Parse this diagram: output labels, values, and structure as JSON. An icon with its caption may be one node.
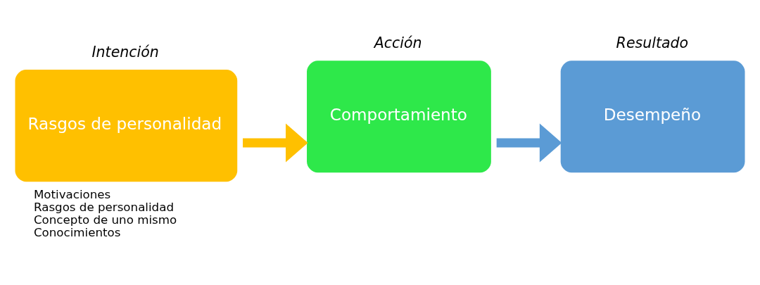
{
  "diagram": {
    "nodes": [
      {
        "text": [
          "Intención",
          "Rasgos de personalidad"
        ],
        "beside": [
          "Motivaciones",
          "Rasgos de personalidad",
          "Concepto de uno mismo",
          "Conocimientos"
        ]
      },
      {
        "text": [
          "Acción",
          "Comportamiento"
        ]
      },
      {
        "text": [
          "Resultado",
          "Desempeño"
        ]
      }
    ],
    "edges": [
      {
        "from": 0,
        "to": 1,
        "arrow": "to",
        "color": "#ffc000"
      },
      {
        "from": 1,
        "to": 2,
        "arrow": "to",
        "color": "#5b9bd5"
      }
    ]
  }
}
